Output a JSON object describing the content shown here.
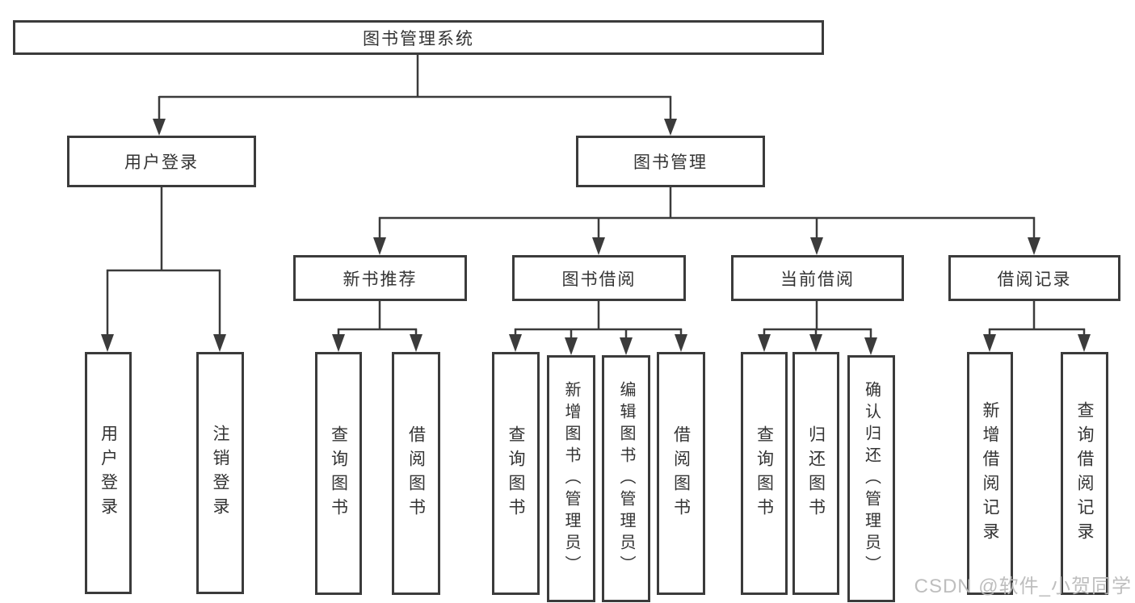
{
  "diagram_title": "图书管理系统",
  "nodes": {
    "root": "图书管理系统",
    "user_login": "用户登录",
    "book_management": "图书管理",
    "new_book_recommend": "新书推荐",
    "book_borrow": "图书借阅",
    "current_borrow": "当前借阅",
    "borrow_records": "借阅记录",
    "leaf_user_login": "用户登录",
    "leaf_logout": "注销登录",
    "nb_query_books": "查询图书",
    "nb_borrow_books": "借阅图书",
    "bb_query_books": "查询图书",
    "bb_add_books_admin": "新增图书（管理员）",
    "bb_edit_books_admin": "编辑图书（管理员）",
    "bb_borrow_books": "借阅图书",
    "cb_query_books": "查询图书",
    "cb_return_books": "归还图书",
    "cb_confirm_return_admin": "确认归还（管理员）",
    "br_add_record": "新增借阅记录",
    "br_query_record": "查询借阅记录"
  },
  "structure": {
    "图书管理系统": [
      "用户登录",
      "图书管理"
    ],
    "用户登录": [
      "用户登录",
      "注销登录"
    ],
    "图书管理": [
      "新书推荐",
      "图书借阅",
      "当前借阅",
      "借阅记录"
    ],
    "新书推荐": [
      "查询图书",
      "借阅图书"
    ],
    "图书借阅": [
      "查询图书",
      "新增图书（管理员）",
      "编辑图书（管理员）",
      "借阅图书"
    ],
    "当前借阅": [
      "查询图书",
      "归还图书",
      "确认归还（管理员）"
    ],
    "借阅记录": [
      "新增借阅记录",
      "查询借阅记录"
    ]
  },
  "watermark": "CSDN @软件_小贺同学",
  "colors": {
    "line": "#3b3b3b",
    "text": "#333333",
    "background": "#ffffff",
    "watermark_text": "#bbbbbb"
  }
}
